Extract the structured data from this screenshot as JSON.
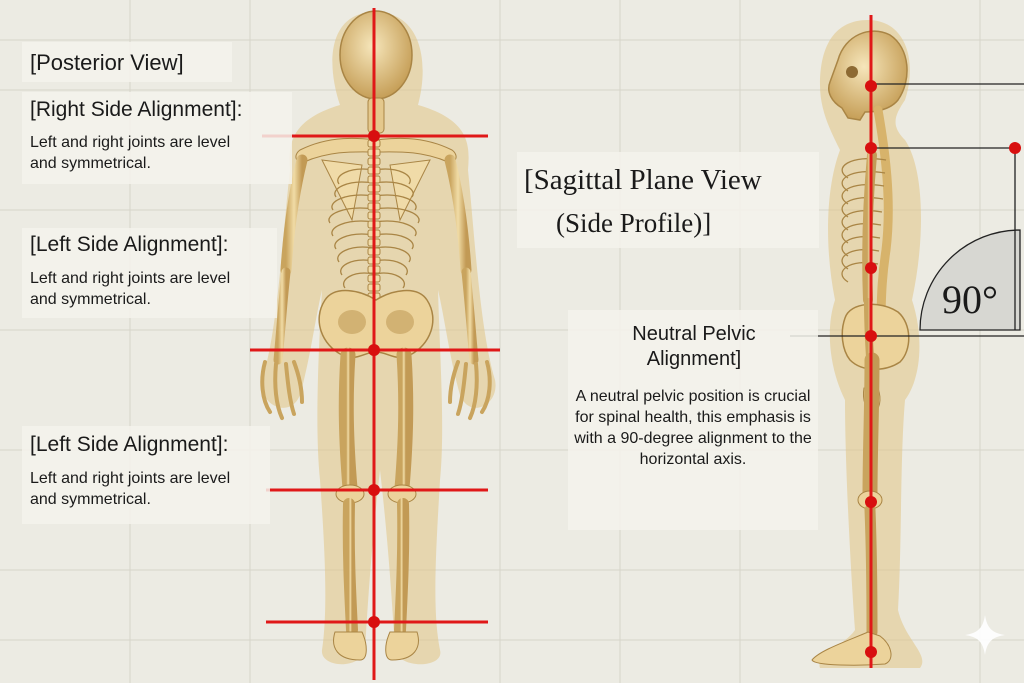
{
  "colors": {
    "background": "#ecebe3",
    "grid": "#d6d4c9",
    "alignment_line": "#e01818",
    "marker": "#d80f0f",
    "bone": "#e8cf94",
    "bone_shadow": "#b8924e",
    "body_glow": "#d9b878",
    "text": "#1a1a1a",
    "callout_line": "#222222",
    "angle_fill": "#d7d7d2"
  },
  "posterior": {
    "title": "[Posterior View]",
    "callouts": [
      {
        "heading": "[Right Side Alignment]:",
        "text": "Left and right joints are level and symmetrical."
      },
      {
        "heading": "[Left Side Alignment]:",
        "text": "Left and right joints are level and symmetrical."
      },
      {
        "heading": "[Left Side Alignment]:",
        "text": "Left and right joints are level and symmetrical."
      }
    ]
  },
  "sagittal": {
    "title": "[Sagittal Plane View",
    "subtitle": "(Side Profile)]",
    "angle_label": "90°",
    "pelvic": {
      "title": "Neutral Pelvic Alignment]",
      "text": "A neutral pelvic position is crucial for spinal health, this emphasis is with a 90-degree alignment to the horizontal axis."
    }
  },
  "icons": {
    "posterior_figure": "skeleton-posterior-icon",
    "side_figure": "skeleton-side-icon",
    "sparkle": "sparkle-icon"
  }
}
